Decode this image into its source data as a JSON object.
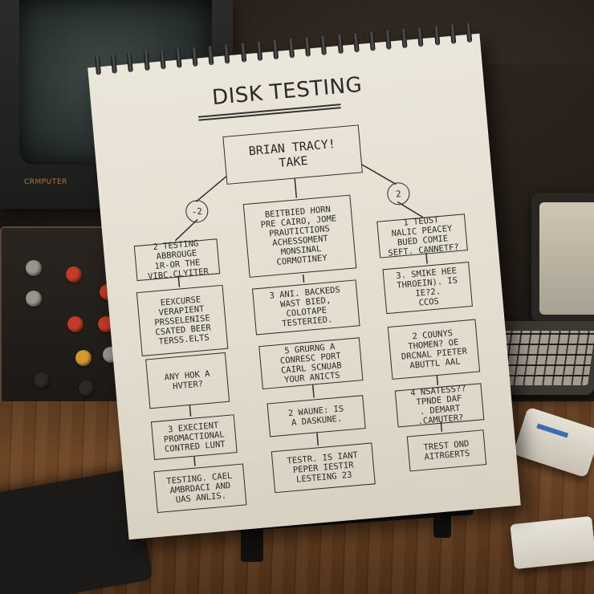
{
  "scene": {
    "monitor_brand": "CRMPUTER",
    "colors": {
      "paper": "#e8e2d6",
      "ink": "#2f2d2a",
      "desk": "#6e4626"
    }
  },
  "notepad": {
    "title": "DISK TESTING",
    "root": "BRIAN TRACY!\nTAKE",
    "branch_markers": {
      "left": "-2",
      "right": "2"
    },
    "left_column": [
      "2 TESTING\nABBROUGE\n1R-OR THE\nVIBC.CLYITER",
      "EEXCURSE\nVERAPIENT\nPRSSELENISE\nCSATED BEER\nTERSS.ELTS",
      "ANY HOK A\nHVTER?",
      "3 EXECIENT\nPROMACTIONAL\nCONTRED LUNT",
      "TESTING. CAEL\nAMBRDACI AND\nUAS ANLIS."
    ],
    "middle_column": [
      "BEITBIED HORN\nPRE CAIRO, JOME\nPRAUTICTIONS\nACHESSOMENT\nMONSINAL\nCORMOTINEY",
      "3 ANI. BACKEDS\nWAST BIED,\nCOLOTAPE\nTESTERIED.",
      "5 GRURNG A\nCONRESC PORT\nCAIRL SCNUAB\nYOUR ANICTS",
      "2 WAUNE: IS\nA DASKUNE.",
      "TESTR. IS IANT\nPEPER IESTIR\nLESTEING 23"
    ],
    "right_column": [
      "1 TEOST\nNALIC PEACEY\nBUED COMIE\nSEFT. CANNETF?",
      "3. SMIKE HEE\nTHROEIN). IS\nIE?2.\nCCOS",
      "2 COUNYS\nTHOMEN? OE\nDRCNAL PIETER\nABUTTL AAL",
      "4 NSATESS??\nTPNDE DAF\n. DEMART\n.CAMUTER?",
      "TREST OND\nAITRGERTS"
    ]
  }
}
